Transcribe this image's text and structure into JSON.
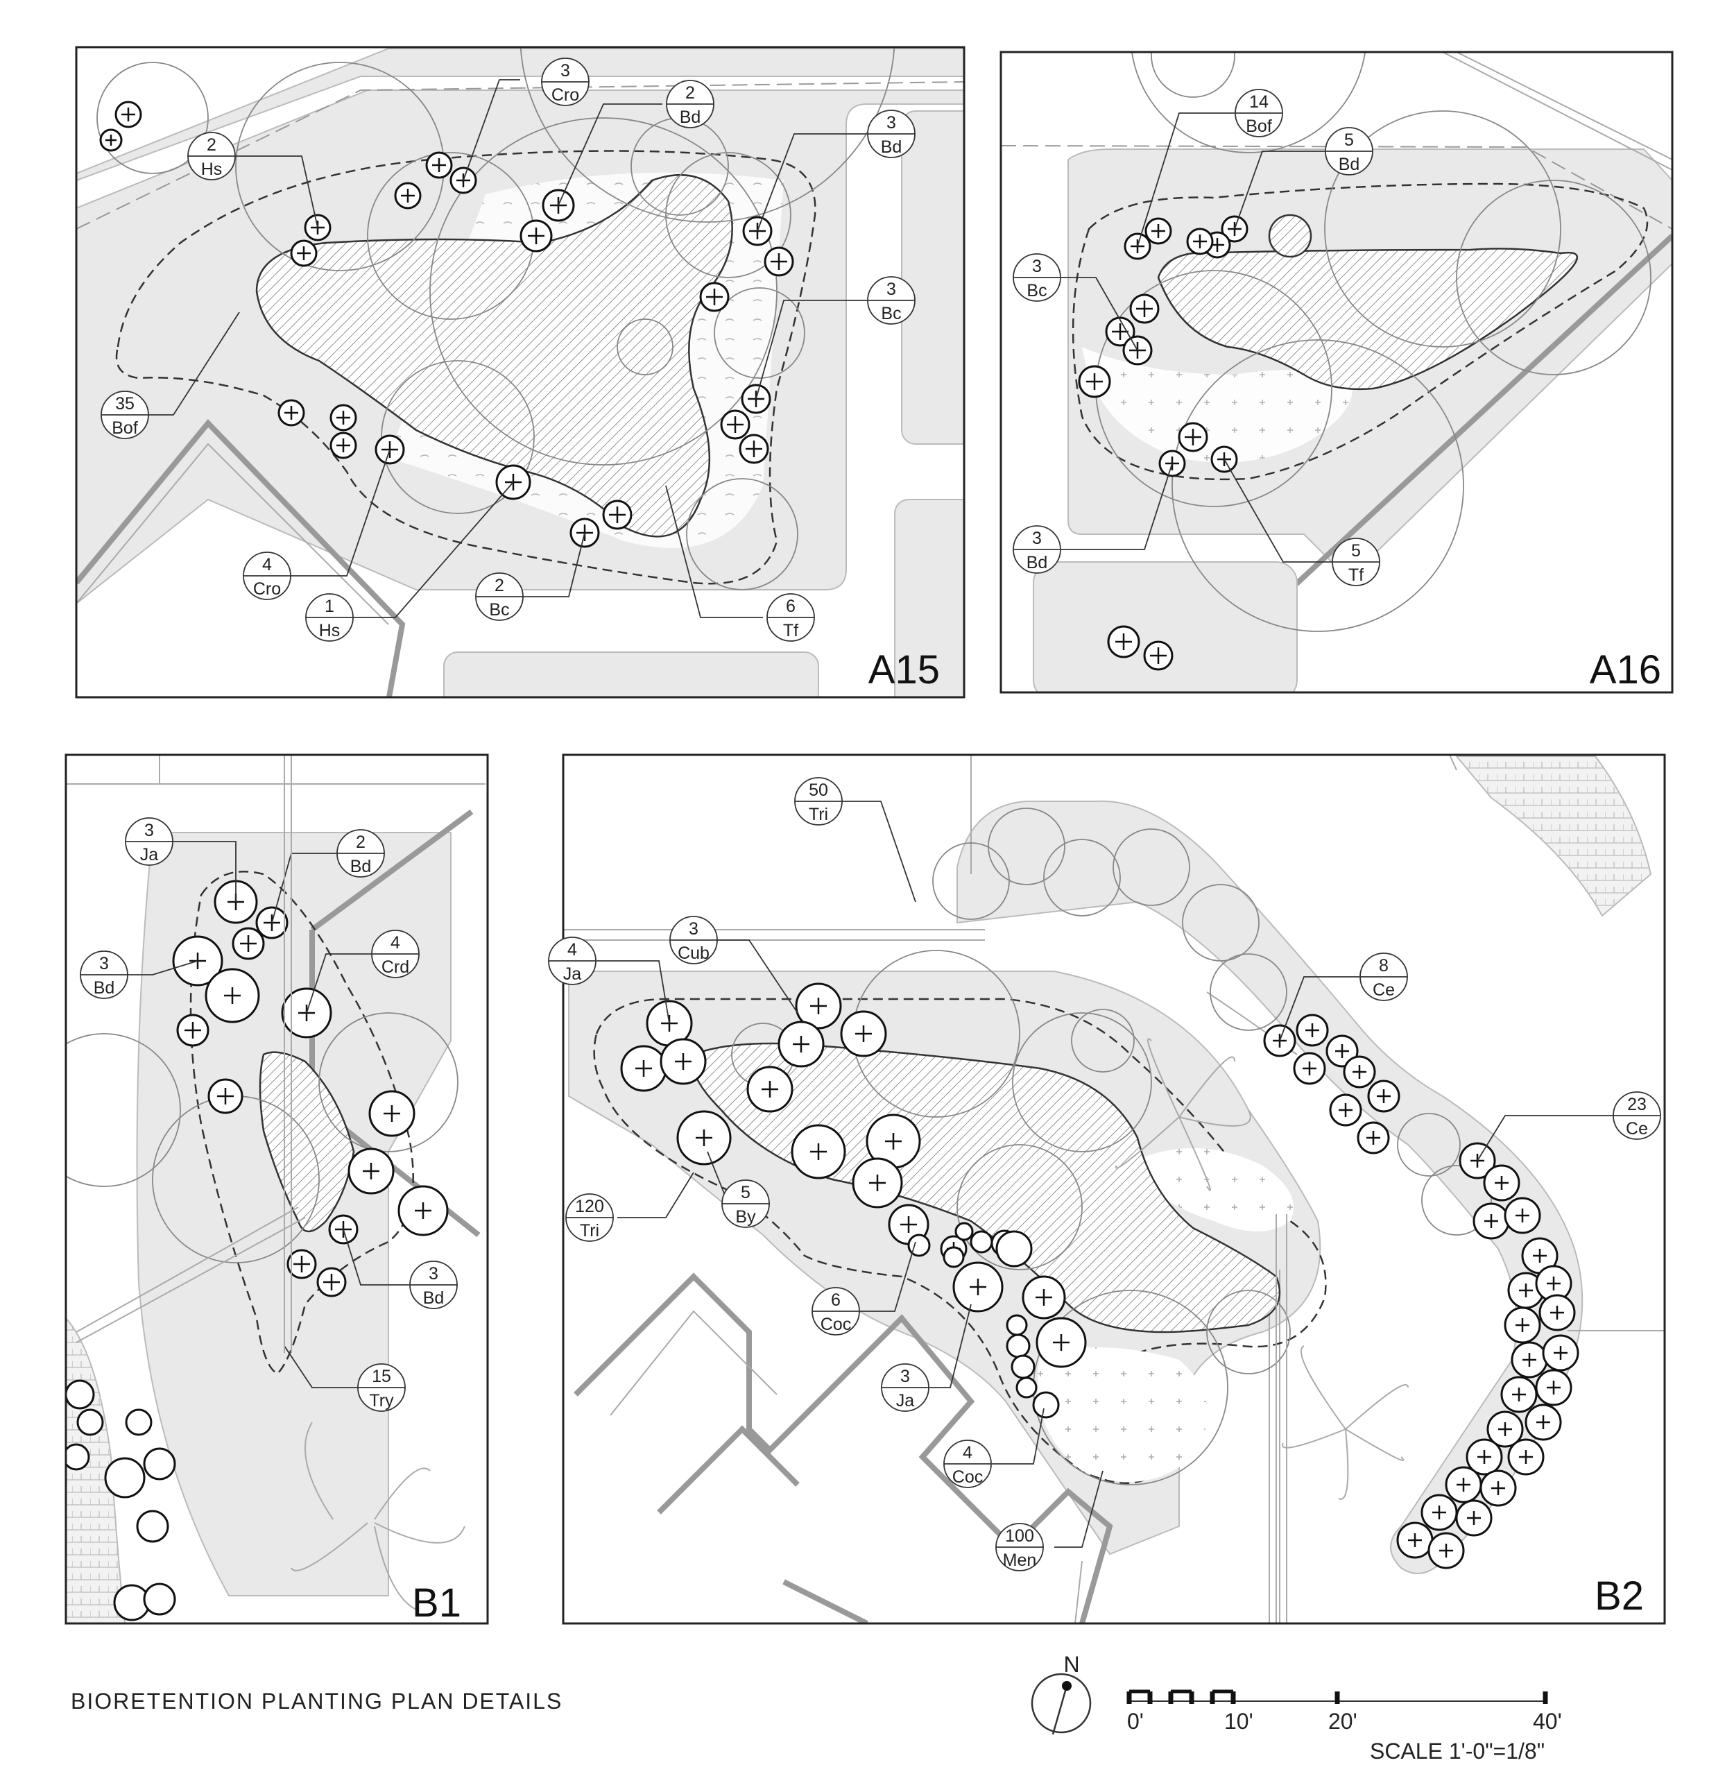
{
  "caption": "BIORETENTION PLANTING PLAN DETAILS",
  "north_label": "N",
  "scale": {
    "ticks": [
      "0'",
      "10'",
      "20'",
      "40'"
    ],
    "text": "SCALE 1'-0\"=1/8\""
  },
  "panels": [
    {
      "id": "A15",
      "labels": [
        {
          "qty": "3",
          "code": "Cro"
        },
        {
          "qty": "2",
          "code": "Bd"
        },
        {
          "qty": "2",
          "code": "Hs"
        },
        {
          "qty": "3",
          "code": "Bd"
        },
        {
          "qty": "3",
          "code": "Bc"
        },
        {
          "qty": "35",
          "code": "Bof"
        },
        {
          "qty": "4",
          "code": "Cro"
        },
        {
          "qty": "2",
          "code": "Bc"
        },
        {
          "qty": "1",
          "code": "Hs"
        },
        {
          "qty": "6",
          "code": "Tf"
        }
      ]
    },
    {
      "id": "A16",
      "labels": [
        {
          "qty": "14",
          "code": "Bof"
        },
        {
          "qty": "5",
          "code": "Bd"
        },
        {
          "qty": "3",
          "code": "Bc"
        },
        {
          "qty": "3",
          "code": "Bd"
        },
        {
          "qty": "5",
          "code": "Tf"
        }
      ]
    },
    {
      "id": "B1",
      "labels": [
        {
          "qty": "3",
          "code": "Ja"
        },
        {
          "qty": "2",
          "code": "Bd"
        },
        {
          "qty": "3",
          "code": "Bd"
        },
        {
          "qty": "4",
          "code": "Crd"
        },
        {
          "qty": "3",
          "code": "Bd"
        },
        {
          "qty": "15",
          "code": "Try"
        }
      ]
    },
    {
      "id": "B2",
      "labels": [
        {
          "qty": "50",
          "code": "Tri"
        },
        {
          "qty": "3",
          "code": "Cub"
        },
        {
          "qty": "4",
          "code": "Ja"
        },
        {
          "qty": "8",
          "code": "Ce"
        },
        {
          "qty": "23",
          "code": "Ce"
        },
        {
          "qty": "120",
          "code": "Tri"
        },
        {
          "qty": "5",
          "code": "By"
        },
        {
          "qty": "6",
          "code": "Coc"
        },
        {
          "qty": "3",
          "code": "Ja"
        },
        {
          "qty": "4",
          "code": "Coc"
        },
        {
          "qty": "100",
          "code": "Men"
        }
      ]
    }
  ]
}
